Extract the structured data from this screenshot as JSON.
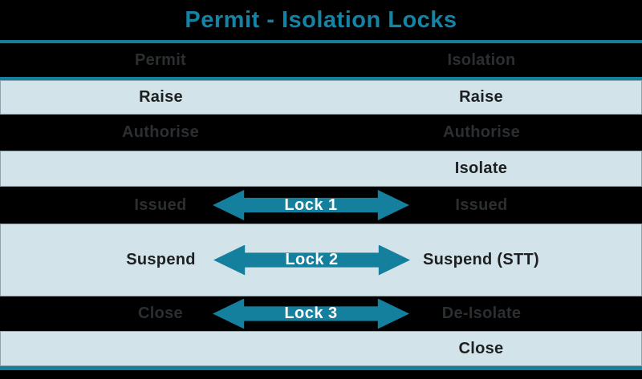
{
  "title": {
    "text": "Permit - Isolation Locks",
    "color": "#1484A6"
  },
  "columns": {
    "left": "Permit",
    "right": "Isolation"
  },
  "rows": [
    {
      "left": "Raise",
      "right": "Raise"
    },
    {
      "left": "Authorise",
      "right": "Authorise"
    },
    {
      "left": "",
      "right": "Isolate"
    },
    {
      "left": "Issued",
      "right": "Issued",
      "lock": "Lock 1"
    },
    {
      "left": "Suspend",
      "right": "Suspend (STT)",
      "lock": "Lock 2"
    },
    {
      "left": "Close",
      "right": "De-Isolate",
      "lock": "Lock 3"
    },
    {
      "left": "",
      "right": "Close"
    }
  ],
  "colors": {
    "teal_accent": "#15809D",
    "light_row_bg": "#D3E3EA",
    "dark_row_bg": "#000000",
    "dark_row_text": "#2B2F31",
    "light_row_text": "#1D2021",
    "arrow_label_text": "#FFFFFF"
  }
}
